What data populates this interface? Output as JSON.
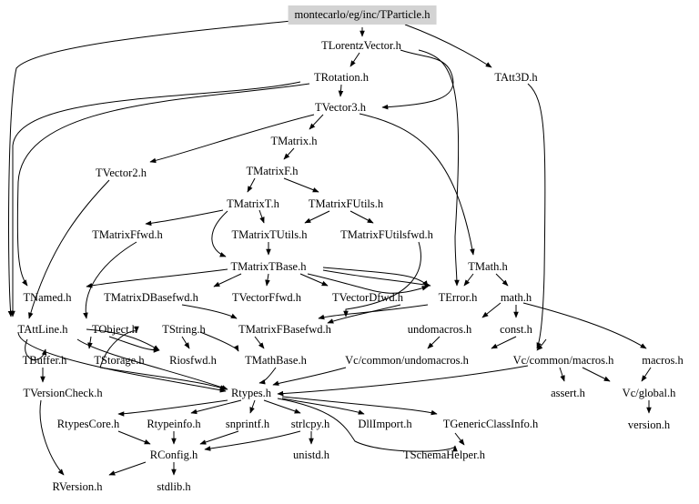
{
  "graph": {
    "nodes": {
      "n0": "montecarlo/eg/inc/TParticle.h",
      "n1": "TLorentzVector.h",
      "n2": "TAtt3D.h",
      "n3": "TRotation.h",
      "n4": "TVector3.h",
      "n5": "TMatrix.h",
      "n6": "TVector2.h",
      "n7": "TMatrixF.h",
      "n8": "TMatrixT.h",
      "n9": "TMatrixFUtils.h",
      "n10": "TMatrixFfwd.h",
      "n11": "TMatrixTUtils.h",
      "n12": "TMatrixFUtilsfwd.h",
      "n13": "TMatrixTBase.h",
      "n14": "TMath.h",
      "n15": "TNamed.h",
      "n16": "TMatrixDBasefwd.h",
      "n17": "TVectorFfwd.h",
      "n18": "TVectorDfwd.h",
      "n19": "TError.h",
      "n20": "math.h",
      "n21": "TAttLine.h",
      "n22": "TObject.h",
      "n23": "TString.h",
      "n24": "TMatrixFBasefwd.h",
      "n25": "undomacros.h",
      "n26": "const.h",
      "n27": "TBuffer.h",
      "n28": "TStorage.h",
      "n29": "Riosfwd.h",
      "n30": "TMathBase.h",
      "n31": "Vc/common/undomacros.h",
      "n32": "Vc/common/macros.h",
      "n33": "macros.h",
      "n34": "TVersionCheck.h",
      "n35": "Rtypes.h",
      "n36": "assert.h",
      "n37": "Vc/global.h",
      "n38": "RtypesCore.h",
      "n39": "Rtypeinfo.h",
      "n40": "snprintf.h",
      "n41": "strlcpy.h",
      "n42": "DllImport.h",
      "n43": "TGenericClassInfo.h",
      "n44": "version.h",
      "n45": "RConfig.h",
      "n46": "unistd.h",
      "n47": "TSchemaHelper.h",
      "n48": "RVersion.h",
      "n49": "stdlib.h"
    }
  }
}
